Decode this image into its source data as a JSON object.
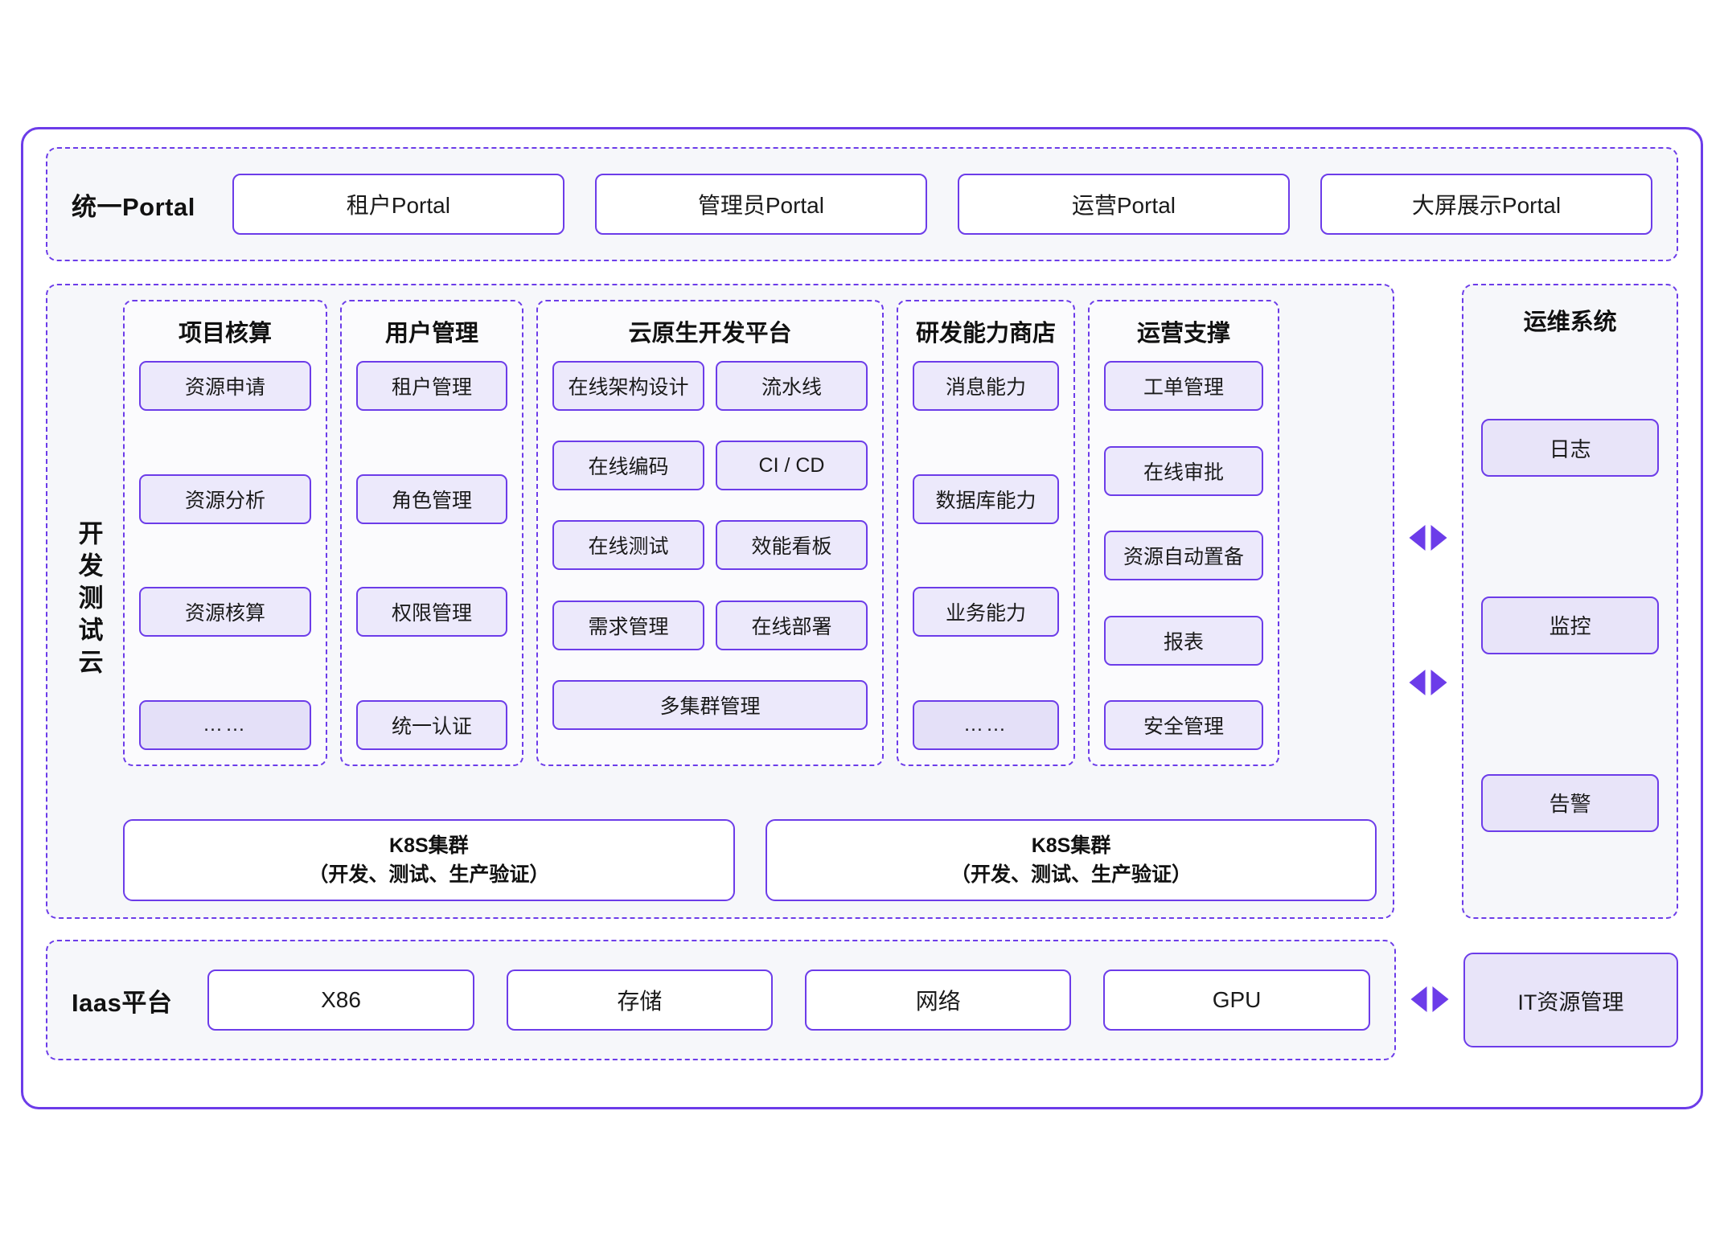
{
  "portal": {
    "label": "统一Portal",
    "items": [
      "租户Portal",
      "管理员Portal",
      "运营Portal",
      "大屏展示Portal"
    ]
  },
  "dev_cloud": {
    "label": "开发测试云",
    "cards": [
      {
        "title": "项目核算",
        "items": [
          "资源申请",
          "资源分析",
          "资源核算",
          "……"
        ]
      },
      {
        "title": "用户管理",
        "items": [
          "租户管理",
          "角色管理",
          "权限管理",
          "统一认证"
        ]
      },
      {
        "title": "云原生开发平台",
        "items": [
          "在线架构设计",
          "流水线",
          "在线编码",
          "CI / CD",
          "在线测试",
          "效能看板",
          "需求管理",
          "在线部署",
          "多集群管理"
        ]
      },
      {
        "title": "研发能力商店",
        "items": [
          "消息能力",
          "数据库能力",
          "业务能力",
          "……"
        ]
      },
      {
        "title": "运营支撑",
        "items": [
          "工单管理",
          "在线审批",
          "资源自动置备",
          "报表",
          "安全管理"
        ]
      }
    ],
    "k8s": [
      {
        "line1": "K8S集群",
        "line2": "（开发、测试、生产验证）"
      },
      {
        "line1": "K8S集群",
        "line2": "（开发、测试、生产验证）"
      }
    ]
  },
  "ops_system": {
    "title": "运维系统",
    "items": [
      "日志",
      "监控",
      "告警"
    ]
  },
  "iaas": {
    "label": "Iaas平台",
    "items": [
      "X86",
      "存储",
      "网络",
      "GPU"
    ],
    "it_resource": "IT资源管理"
  },
  "colors": {
    "accent": "#6c3ce9",
    "item_fill": "#ece9fb",
    "panel_fill": "#f6f7fa",
    "box_fill": "#ffffff"
  }
}
